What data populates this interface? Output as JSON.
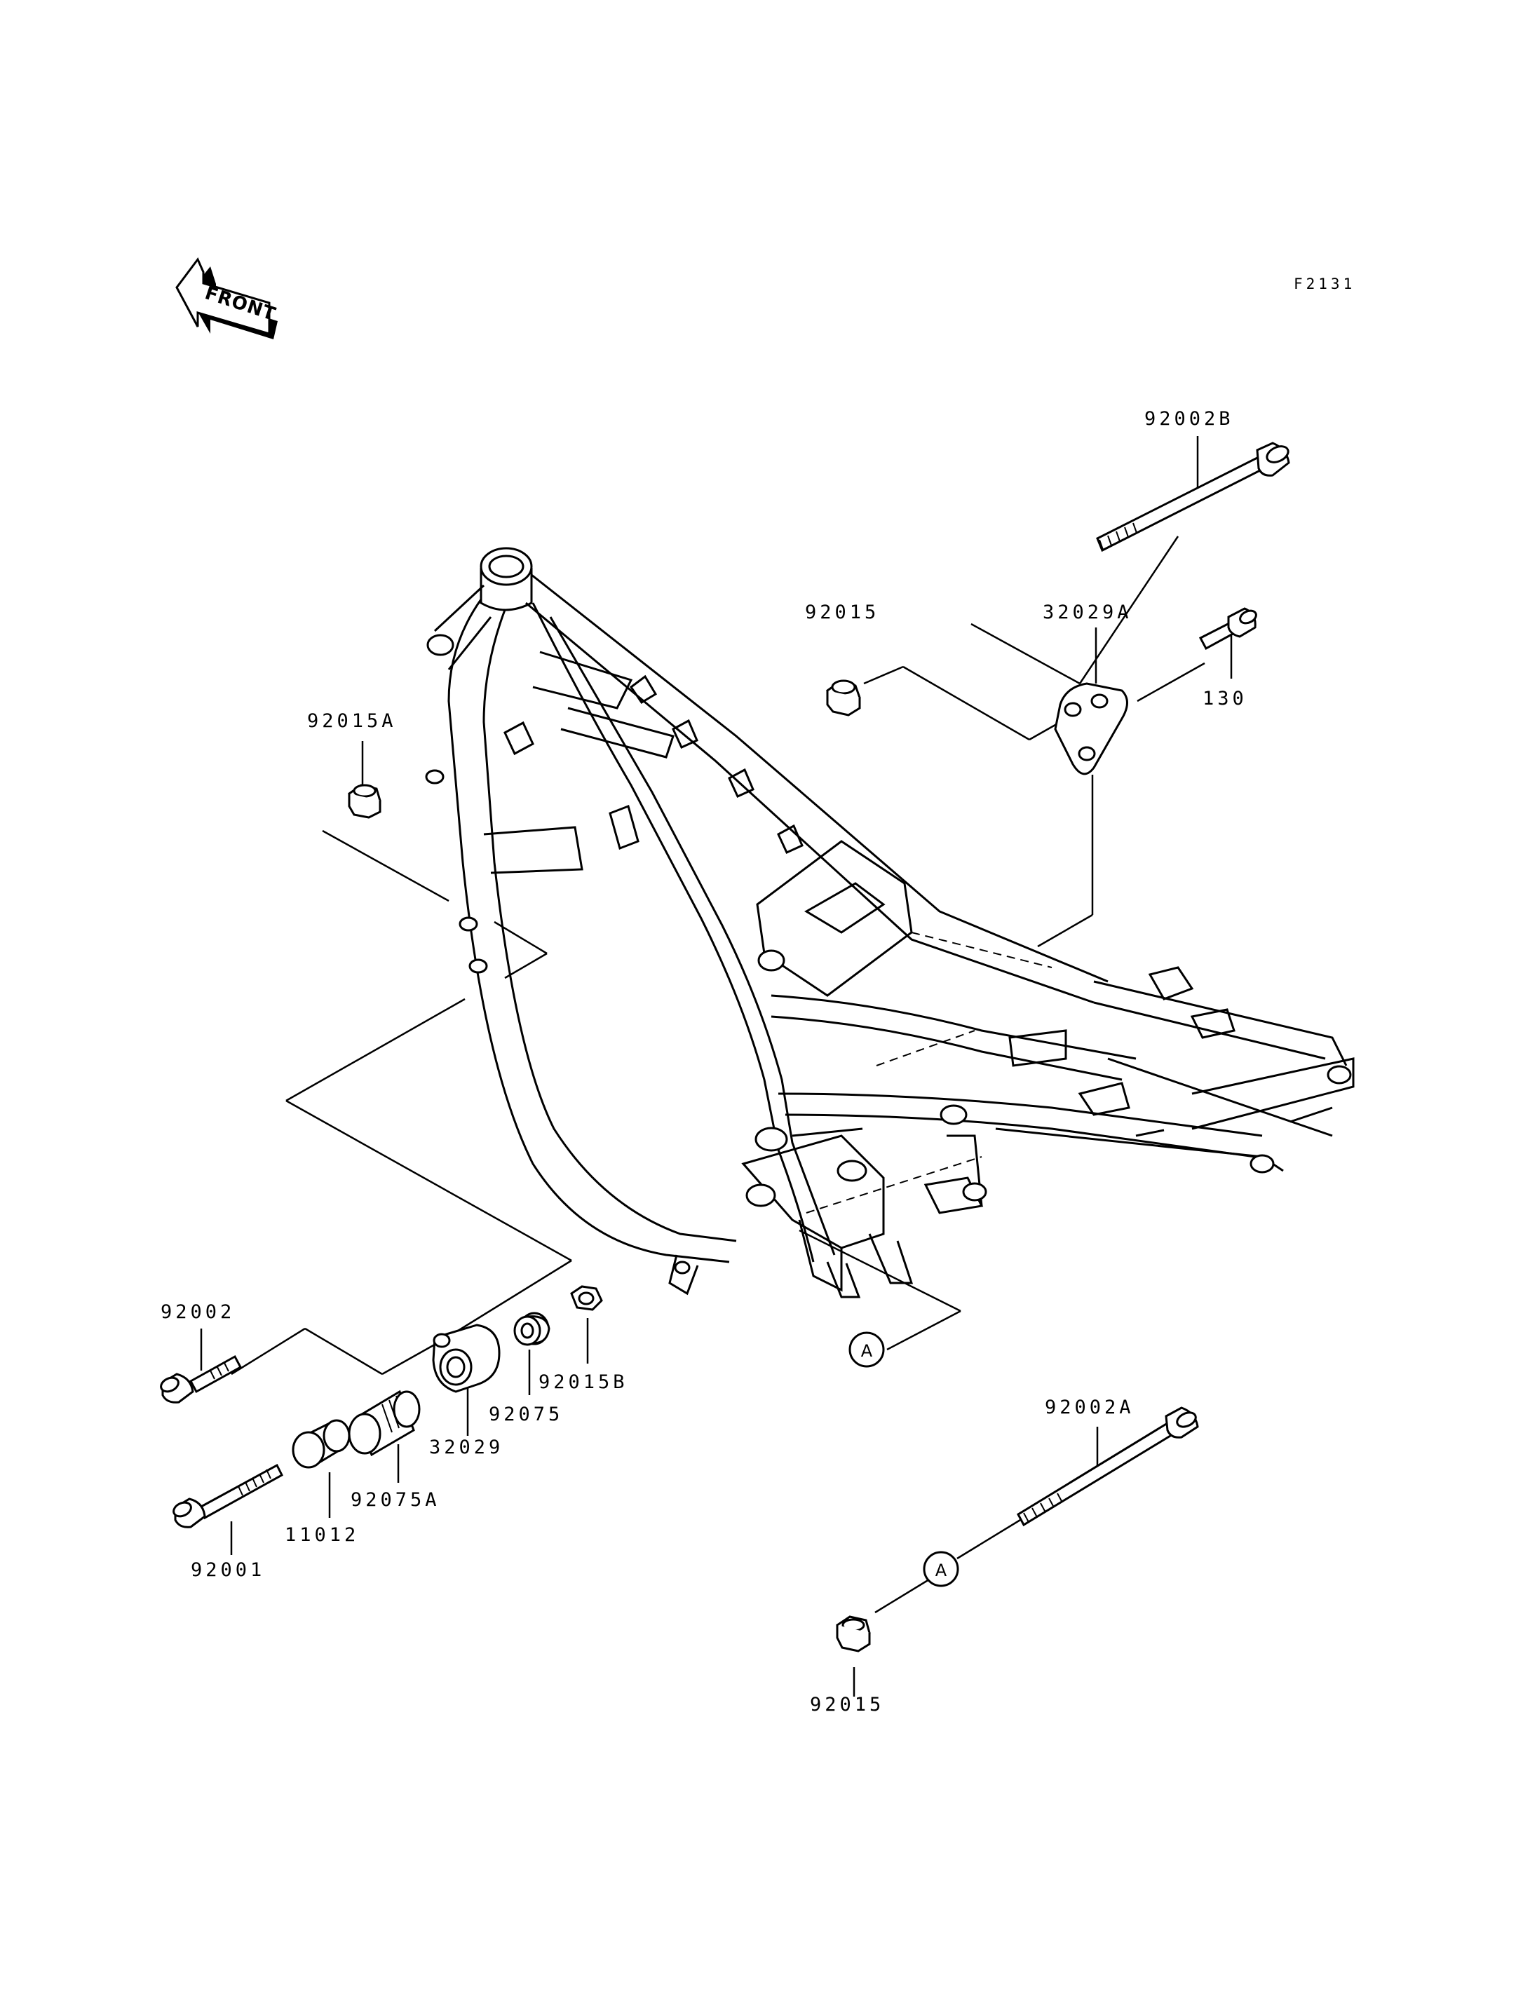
{
  "figure_code": "F2131",
  "front_arrow": {
    "label": "FRONT",
    "icon": "front-direction-arrow-icon"
  },
  "ref_marker": "A",
  "parts": {
    "p92002B": "92002B",
    "p92015_top": "92015",
    "p32029A": "32029A",
    "p130": "130",
    "p92015A": "92015A",
    "p92002": "92002",
    "p92015B": "92015B",
    "p92075": "92075",
    "p32029": "32029",
    "p92075A": "92075A",
    "p11012": "11012",
    "p92001": "92001",
    "p92002A": "92002A",
    "p92015_bottom": "92015"
  }
}
